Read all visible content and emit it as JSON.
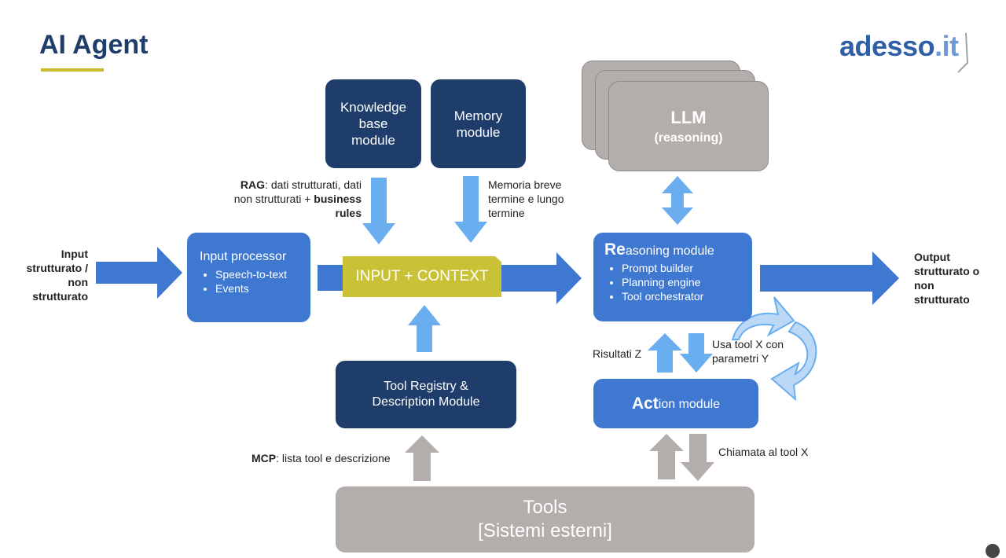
{
  "header": {
    "title": "AI Agent",
    "logo_main": "adesso",
    "logo_dot_it": ".it"
  },
  "input_label": {
    "line1": "Input",
    "line2": "strutturato /",
    "line3": "non",
    "line4": "strutturato"
  },
  "output_label": {
    "line1": "Output",
    "line2": "strutturato o",
    "line3": "non",
    "line4": "strutturato"
  },
  "knowledge": {
    "line1": "Knowledge",
    "line2": "base",
    "line3": "module"
  },
  "memory": {
    "line1": "Memory",
    "line2": "module"
  },
  "llm": {
    "title": "LLM",
    "subtitle": "(reasoning)"
  },
  "rag": {
    "bold1": "RAG",
    "text1": ": dati strutturati, dati",
    "text2": "non strutturati + ",
    "bold2": "business",
    "bold3": "rules"
  },
  "memoria_note": {
    "line1": "Memoria breve",
    "line2": "termine e lungo",
    "line3": "termine"
  },
  "input_processor": {
    "title": "Input processor",
    "items": [
      "Speech-to-text",
      "Events"
    ]
  },
  "input_context": "INPUT + CONTEXT",
  "reasoning": {
    "title_bold": "Re",
    "title_rest": "asoning module",
    "items": [
      "Prompt builder",
      "Planning engine",
      "Tool orchestrator"
    ]
  },
  "tool_registry": {
    "line1": "Tool Registry &",
    "line2": "Description Module"
  },
  "action": {
    "title_bold": "Act",
    "title_rest": "ion module"
  },
  "risultati": "Risultati Z",
  "usa_tool": {
    "line1": "Usa tool X con",
    "line2": "parametri Y"
  },
  "mcp": {
    "bold": "MCP",
    "text": ": lista tool e descrizione"
  },
  "chiamata": "Chiamata al tool X",
  "tools": {
    "line1": "Tools",
    "line2": "[Sistemi esterni]"
  },
  "colors": {
    "dark_blue": "#1f3d6b",
    "mid_blue": "#3f78d1",
    "light_blue_arrow": "#6aaef0",
    "yellow": "#c9c236",
    "grey": "#b3adab",
    "title_blue": "#1f3d6b",
    "underline_yellow": "#c9b92b",
    "logo_blue": "#2f5fa6"
  }
}
